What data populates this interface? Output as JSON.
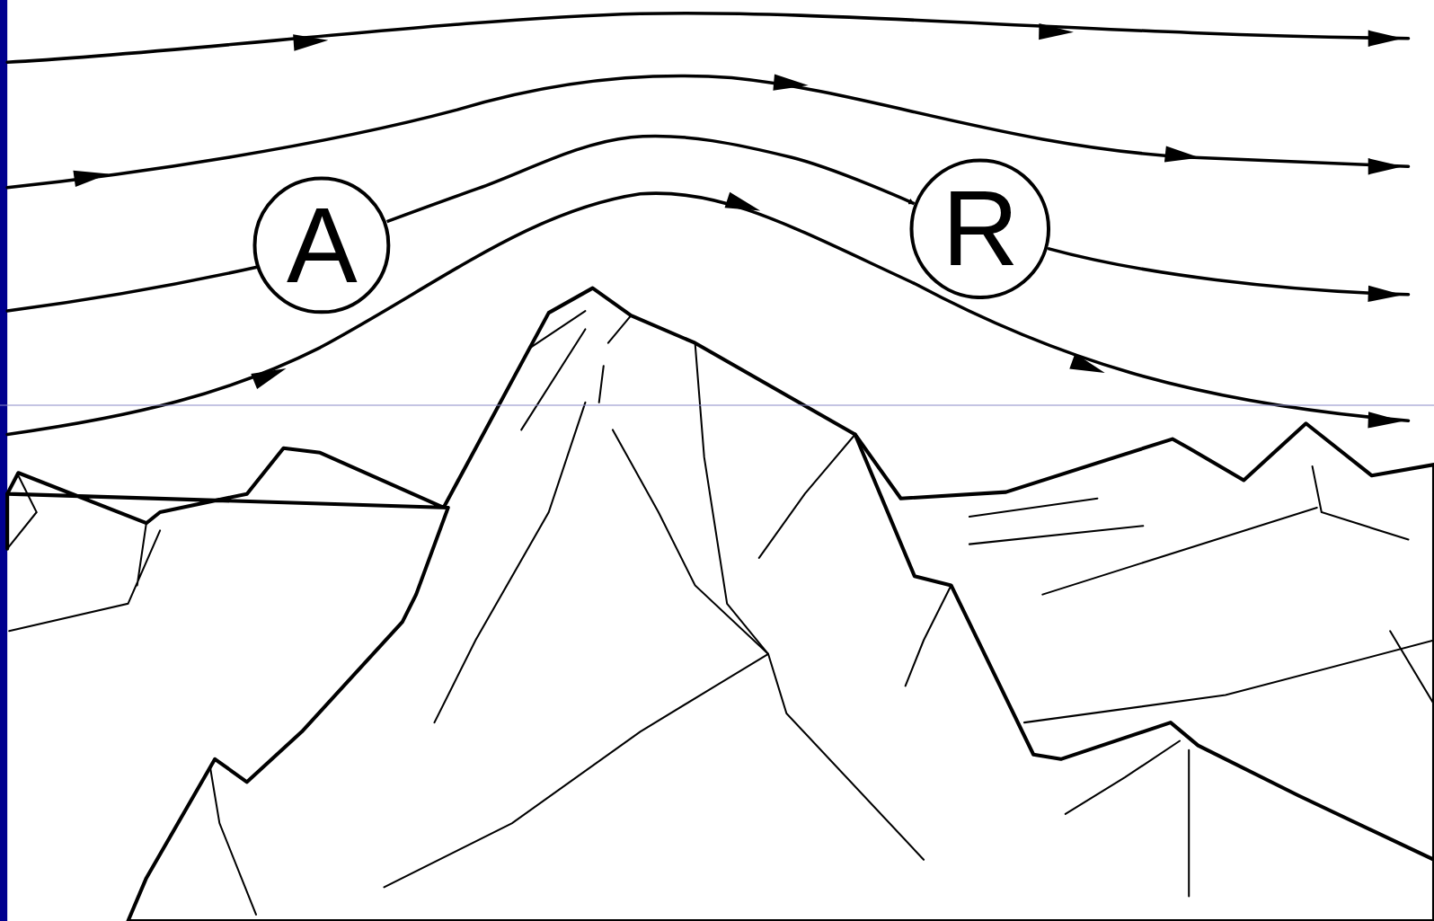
{
  "diagram": {
    "nodes": [
      {
        "text": [
          "A"
        ]
      },
      {
        "text": [
          "R"
        ]
      }
    ],
    "edges": [
      {
        "from": 0,
        "to": 1,
        "arrow": "to"
      }
    ]
  }
}
